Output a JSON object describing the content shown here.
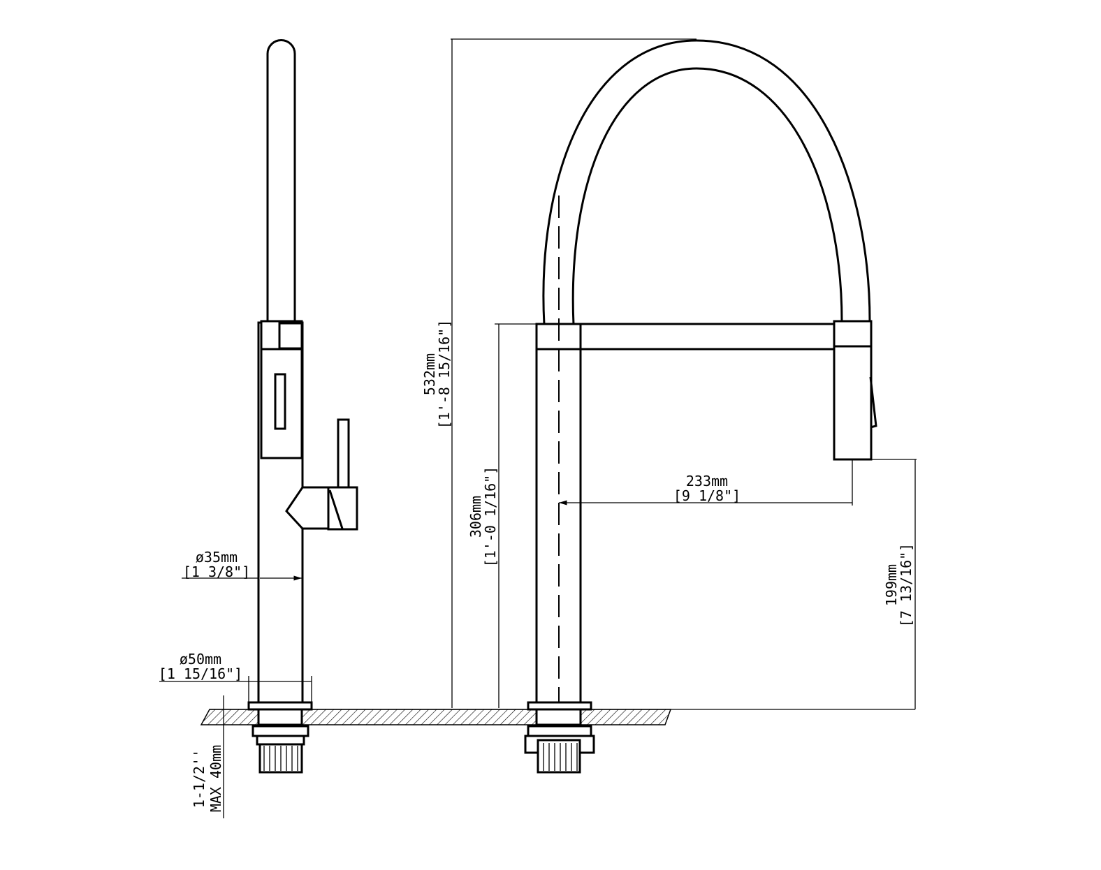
{
  "colors": {
    "line": "#000000",
    "background": "#ffffff"
  },
  "dimensions": {
    "pipe_diameter": {
      "metric": "ø35mm",
      "imperial": "[1 3/8\"]"
    },
    "base_diameter": {
      "metric": "ø50mm",
      "imperial": "[1 15/16\"]"
    },
    "deck_thickness": {
      "metric": "MAX 40mm",
      "imperial": "1-1/2''"
    },
    "total_height": {
      "metric": "532mm",
      "imperial": "[1'-8 15/16\"]"
    },
    "body_height": {
      "metric": "306mm",
      "imperial": "[1'-0 1/16\"]"
    },
    "spout_reach": {
      "metric": "233mm",
      "imperial": "[9 1/8\"]"
    },
    "spout_clearance": {
      "metric": "199mm",
      "imperial": "[7 13/16\"]"
    }
  }
}
